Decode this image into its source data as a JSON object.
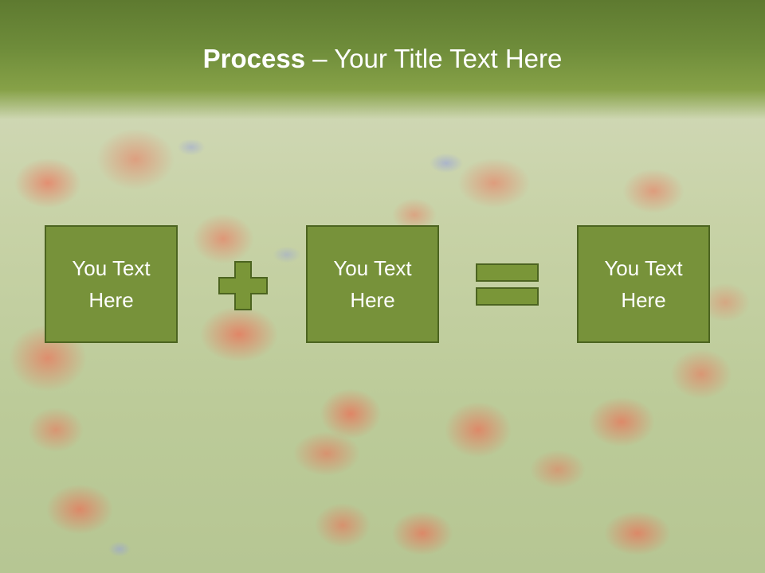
{
  "slide": {
    "title_bold": "Process",
    "title_rest": " – Your Title Text Here",
    "boxes": [
      {
        "text": "You Text\nHere"
      },
      {
        "text": "You Text\nHere"
      },
      {
        "text": "You Text\nHere"
      }
    ],
    "operators": [
      "plus-icon",
      "equals-icon"
    ],
    "colors": {
      "header": "#6e8c3a",
      "box_fill": "#77923a",
      "box_border": "#4c6420",
      "operator_fill": "#7a9638"
    }
  }
}
